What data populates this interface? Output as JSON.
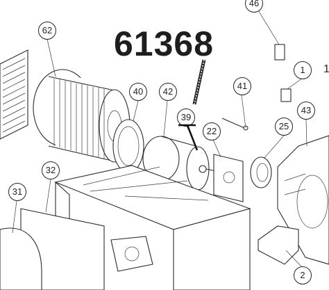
{
  "headline": "61368",
  "callouts": [
    "46",
    "62",
    "1",
    "1",
    "40",
    "42",
    "41",
    "39",
    "22",
    "43",
    "25",
    "32",
    "31",
    "2"
  ]
}
